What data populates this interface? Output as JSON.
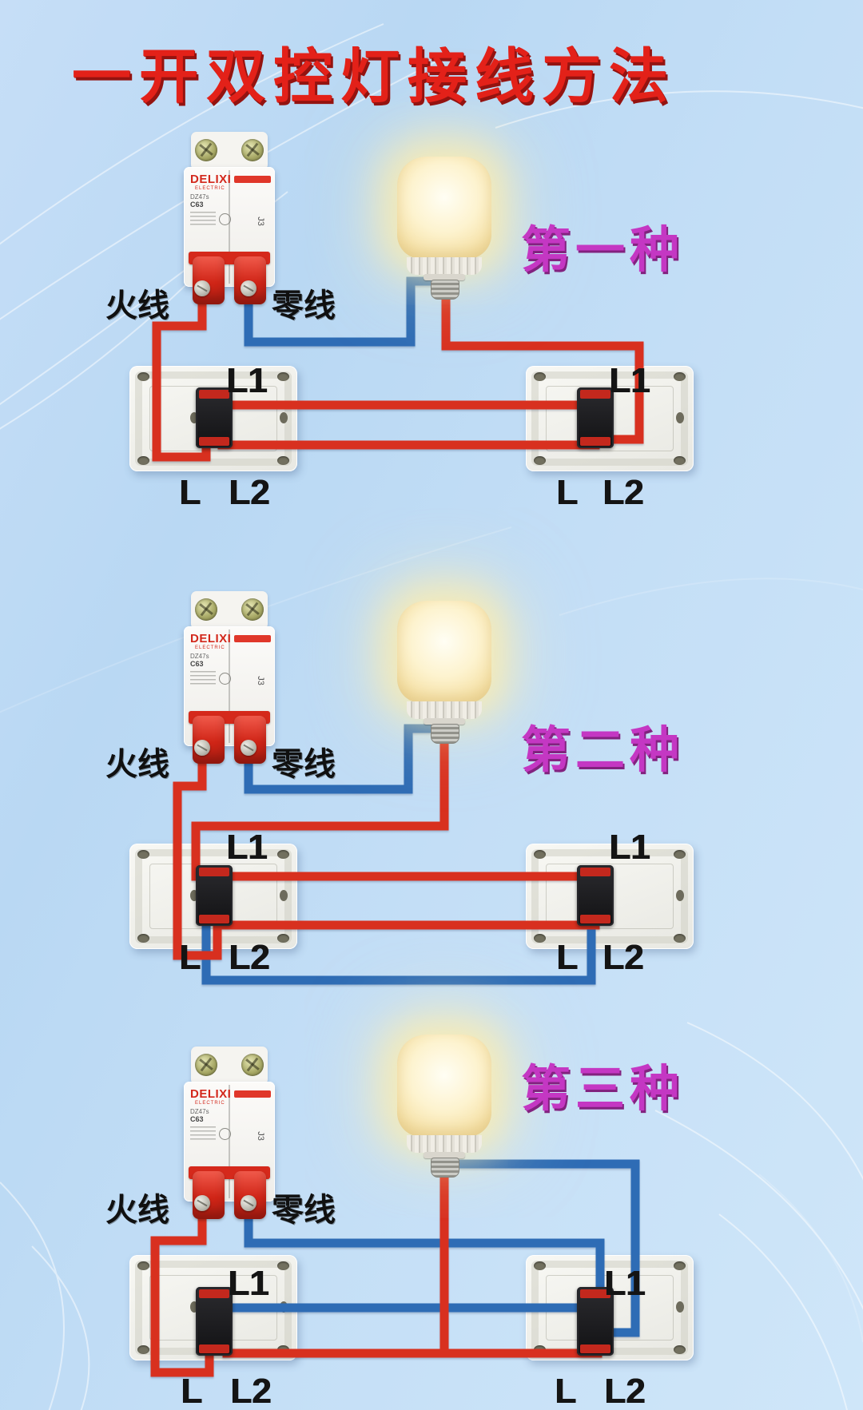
{
  "title": "一开双控灯接线方法",
  "sections": [
    {
      "name": "第一种"
    },
    {
      "name": "第二种"
    },
    {
      "name": "第三种"
    }
  ],
  "labels": {
    "live": "火线",
    "neutral": "零线",
    "l1": "L1",
    "l": "L",
    "l2": "L2"
  },
  "breaker": {
    "brand": "DELIXI",
    "series": "ELECTRIC",
    "model": "DZ47s",
    "rating": "C63",
    "side_mark": "J3"
  },
  "colors": {
    "live_wire": "#d8301f",
    "neutral_wire": "#2e6cb5",
    "title": "#e32119",
    "section_label": "#c437c3",
    "background": "#c2dcf5",
    "breaker_handle": "#d5291b",
    "bulb_glow": "#fdf3cf"
  }
}
